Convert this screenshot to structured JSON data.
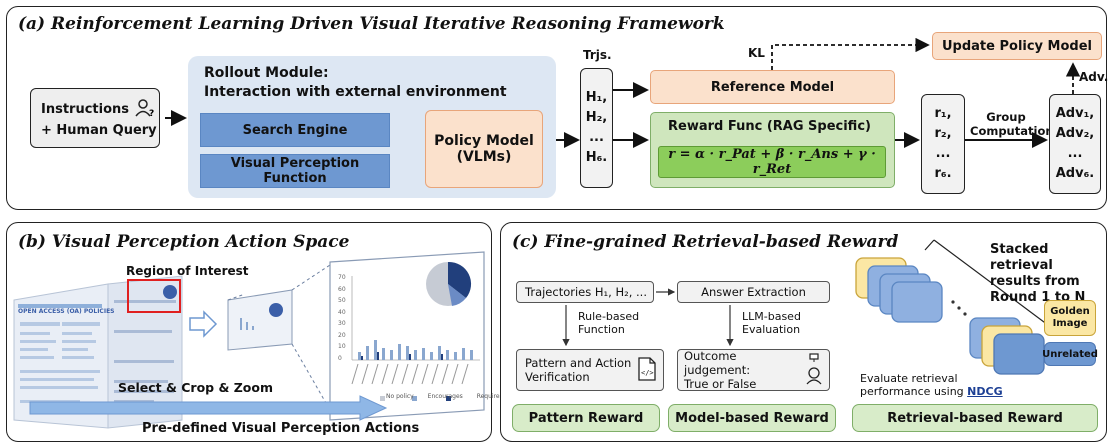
{
  "panel_a": {
    "title": "(a) Reinforcement Learning Driven Visual Iterative Reasoning Framework",
    "instructions": [
      "Instructions",
      "+ Human Query"
    ],
    "rollout_title": [
      "Rollout Module:",
      "Interaction with external environment"
    ],
    "search_engine": "Search Engine",
    "visual_perception_function": "Visual Perception Function",
    "policy_model": [
      "Policy Model",
      "(VLMs)"
    ],
    "trjs_label": "Trjs.",
    "trajectories": [
      "H₁,",
      "H₂,",
      "...",
      "H₆."
    ],
    "reference_model": "Reference Model",
    "reward_func": "Reward Func (RAG Specific)",
    "formula": "r = α · r_Pat + β · r_Ans + γ · r_Ret",
    "kl_label": "KL",
    "update_policy": "Update Policy Model",
    "rewards": [
      "r₁,",
      "r₂,",
      "...",
      "r₆."
    ],
    "group_computation": [
      "Group",
      "Computation"
    ],
    "adv_label": "Adv.",
    "advantages": [
      "Adv₁,",
      "Adv₂,",
      "...",
      "Adv₆."
    ]
  },
  "panel_b": {
    "title": "(b) Visual Perception Action Space",
    "region_of_interest": "Region of Interest",
    "doc_header": "OPEN ACCESS (OA) POLICIES",
    "select_crop_zoom": "Select & Crop & Zoom",
    "predefined_actions": "Pre-defined Visual Perception Actions",
    "legend": [
      "No policy",
      "Encourages",
      "Requires"
    ],
    "y_ticks": [
      "70",
      "60",
      "50",
      "40",
      "30",
      "20",
      "10",
      "0"
    ]
  },
  "panel_c": {
    "title": "(c) Fine-grained Retrieval-based Reward",
    "trajectories": "Trajectories H₁, H₂, ...",
    "answer_extraction": "Answer Extraction",
    "rule_based": [
      "Rule-based",
      "Function"
    ],
    "llm_based": [
      "LLM-based",
      "Evaluation"
    ],
    "pattern_verification": [
      "Pattern and Action",
      "Verification"
    ],
    "outcome_judgement": [
      "Outcome judgement:",
      "True or False"
    ],
    "stacked_text": [
      "Stacked retrieval",
      "results from",
      "Round 1 to N"
    ],
    "golden_image": [
      "Golden",
      "Image"
    ],
    "unrelated": "Unrelated",
    "evaluate_text": [
      "Evaluate retrieval",
      "performance using "
    ],
    "ndcg": "NDCG",
    "pattern_reward": "Pattern Reward",
    "model_based_reward": "Model-based Reward",
    "retrieval_based_reward": "Retrieval-based Reward"
  },
  "colors": {
    "blue_panel": "#dde7f3",
    "blue_box": "#6e98d1",
    "orange_box": "#fbe1cc",
    "orange_border": "#e8a57a",
    "green_box": "#cfe6bd",
    "green_formula": "#8ccd5b",
    "golden": "#fbe7a4",
    "unrelated_blue": "#6e98d1"
  }
}
